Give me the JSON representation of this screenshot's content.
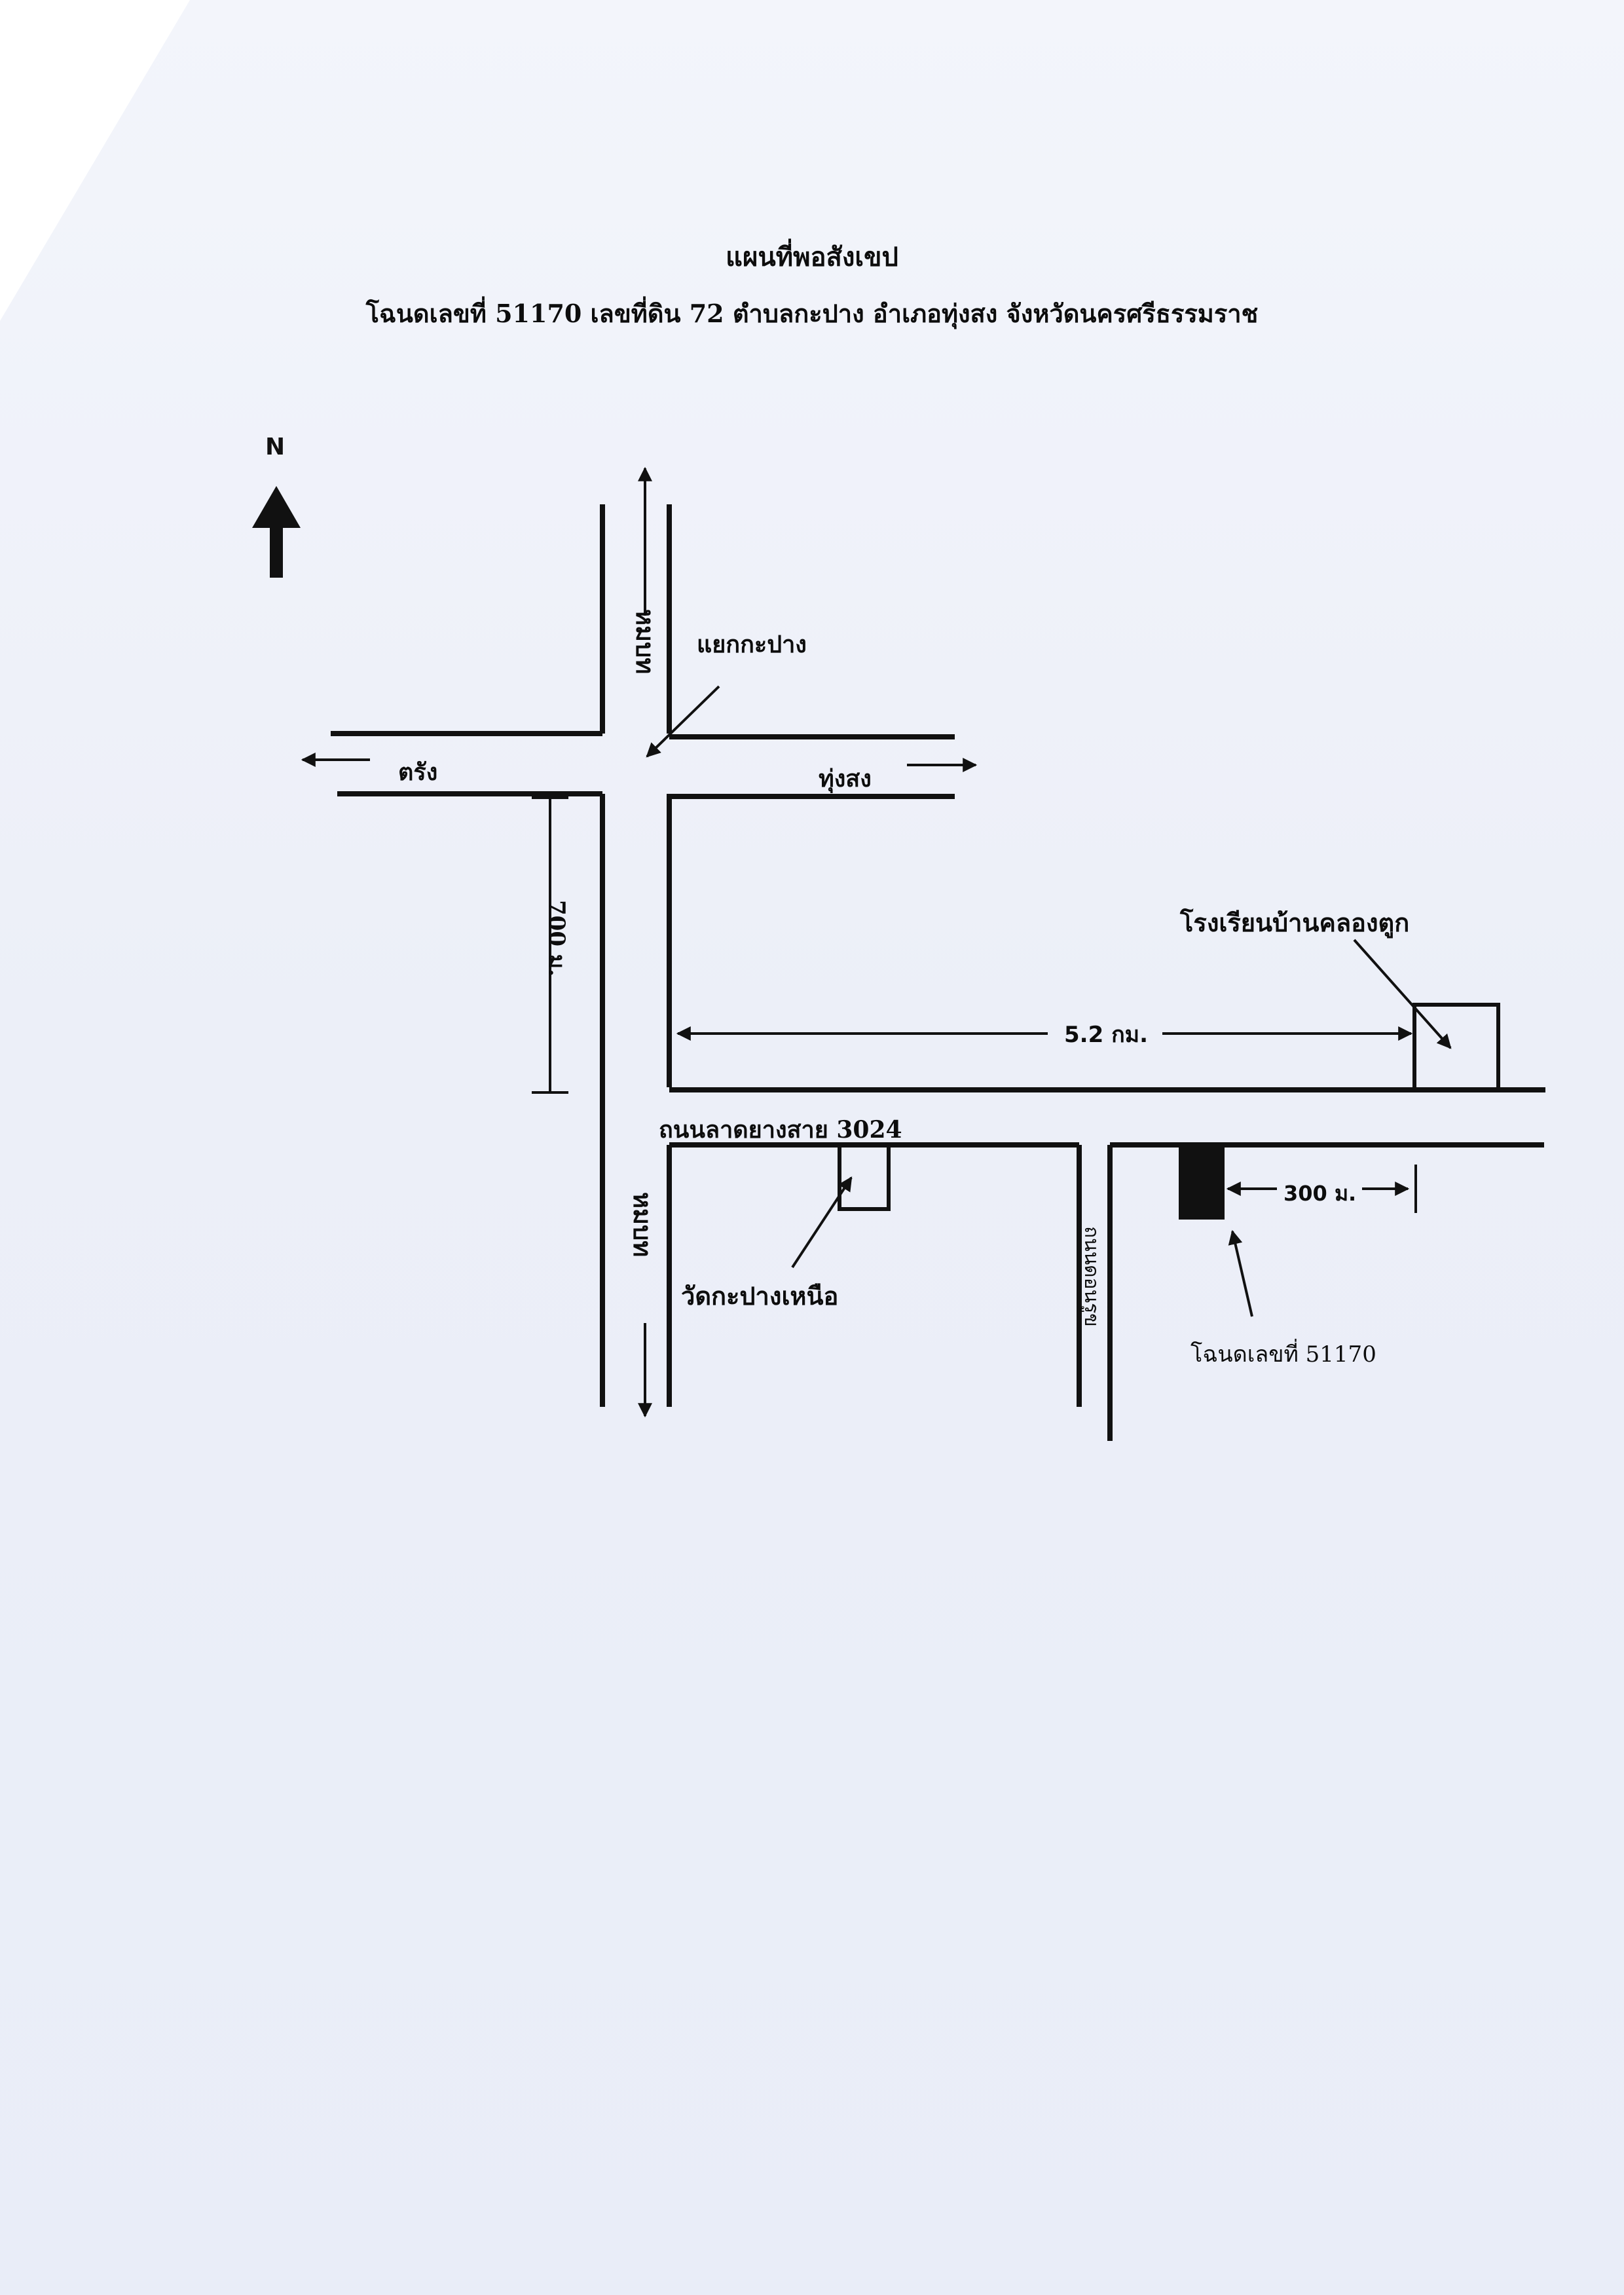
{
  "title": "แผนที่พอสังเขป",
  "subtitle": "โฉนดเลขที่ 51170 เลขที่ดิน 72 ตำบลกะปาง อำเภอทุ่งสง จังหวัดนครศรีธรรมราช",
  "north": "N",
  "labels": {
    "junction": "แยกกะปาง",
    "road_north_top": "หมบท",
    "road_north_bottom": "หมบท",
    "left_destination": "ตรัง",
    "right_destination": "ทุ่งสง",
    "distance_vertical": "700 ม.",
    "school": "โรงเรียนบ้านคลองตูก",
    "distance_school": "5.2 กม.",
    "main_road": "ถนนลาดยางสาย 3024",
    "temple": "วัดกะปางเหนือ",
    "side_road": "ถนนดอนรูข",
    "distance_parcel": "300 ม.",
    "parcel": "โฉนดเลขที่ 51170"
  },
  "colors": {
    "line": "#111111",
    "paper": "#eef1f9",
    "parcel_fill": "#111111"
  }
}
